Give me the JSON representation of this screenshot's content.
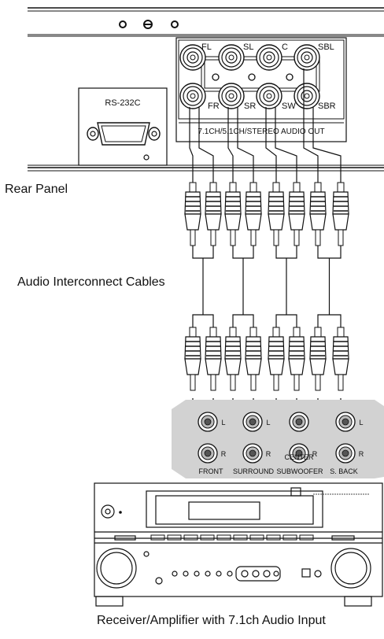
{
  "captions": {
    "rear_panel": "Rear Panel",
    "cables": "Audio Interconnect Cables",
    "receiver": "Receiver/Amplifier with 7.1ch Audio Input"
  },
  "player_panel": {
    "serial_port_label": "RS-232C",
    "audio_out_label": "7.1CH/5.1CH/STEREO AUDIO OUT",
    "jack_labels_top": [
      "FL",
      "SL",
      "C",
      "SBL"
    ],
    "jack_labels_bottom": [
      "FR",
      "SR",
      "SW",
      "SBR"
    ]
  },
  "receiver_panel": {
    "group_labels": [
      "FRONT",
      "SURROUND",
      "SUBWOOFER",
      "S. BACK"
    ],
    "upper_channel": "L",
    "lower_channel": "R",
    "center_label": "CENTER"
  }
}
